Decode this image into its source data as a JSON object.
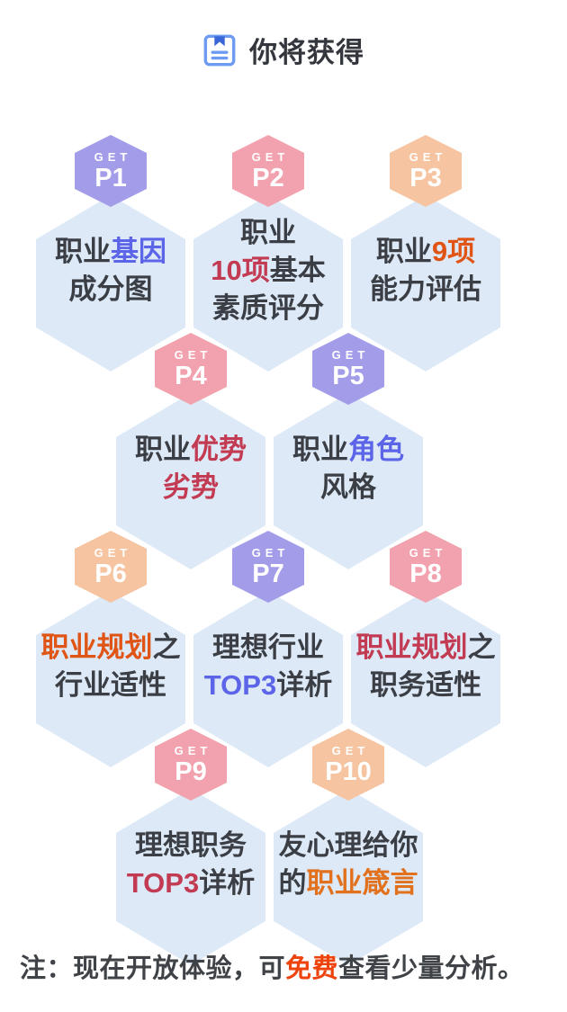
{
  "header": {
    "title": "你将获得",
    "icon": "report-icon"
  },
  "get_label": "GET",
  "colors": {
    "hex_fill": "#dde9f7",
    "badge": {
      "purple": "#a29ce9",
      "pink": "#f2a2ae",
      "peach": "#f6c4a0"
    },
    "text": {
      "plain": "#3b3f45",
      "blue": "#5c64e8",
      "crimson": "#c23b52",
      "redorange": "#e05415",
      "orange": "#e2711d"
    },
    "icon_blue": "#6e9bf2",
    "icon_dark": "#3a67d8",
    "footer_highlight": "#ee430d"
  },
  "cards": [
    {
      "num": "P1",
      "theme": "purple",
      "lines": [
        [
          {
            "t": "职业",
            "s": "plain"
          },
          {
            "t": "基因",
            "s": "blue"
          }
        ],
        [
          {
            "t": "成分图",
            "s": "plain"
          }
        ]
      ]
    },
    {
      "num": "P2",
      "theme": "pink",
      "lines": [
        [
          {
            "t": "职业",
            "s": "plain"
          }
        ],
        [
          {
            "t": "10项",
            "s": "crimson"
          },
          {
            "t": "基本",
            "s": "plain"
          }
        ],
        [
          {
            "t": "素质评分",
            "s": "plain"
          }
        ]
      ]
    },
    {
      "num": "P3",
      "theme": "peach",
      "lines": [
        [
          {
            "t": "职业",
            "s": "plain"
          },
          {
            "t": "9项",
            "s": "redorange"
          }
        ],
        [
          {
            "t": "能力评估",
            "s": "plain"
          }
        ]
      ]
    },
    {
      "num": "P4",
      "theme": "pink",
      "lines": [
        [
          {
            "t": "职业",
            "s": "plain"
          },
          {
            "t": "优势",
            "s": "crimson"
          }
        ],
        [
          {
            "t": "劣势",
            "s": "crimson"
          }
        ]
      ]
    },
    {
      "num": "P5",
      "theme": "purple",
      "lines": [
        [
          {
            "t": "职业",
            "s": "plain"
          },
          {
            "t": "角色",
            "s": "blue"
          }
        ],
        [
          {
            "t": "风格",
            "s": "plain"
          }
        ]
      ]
    },
    {
      "num": "P6",
      "theme": "peach",
      "lines": [
        [
          {
            "t": "职业规划",
            "s": "redorange"
          },
          {
            "t": "之",
            "s": "plain"
          }
        ],
        [
          {
            "t": "行业适性",
            "s": "plain"
          }
        ]
      ]
    },
    {
      "num": "P7",
      "theme": "purple",
      "lines": [
        [
          {
            "t": "理想行业",
            "s": "plain"
          }
        ],
        [
          {
            "t": "TOP3",
            "s": "blue"
          },
          {
            "t": "详析",
            "s": "plain"
          }
        ]
      ]
    },
    {
      "num": "P8",
      "theme": "pink",
      "lines": [
        [
          {
            "t": "职业规划",
            "s": "crimson"
          },
          {
            "t": "之",
            "s": "plain"
          }
        ],
        [
          {
            "t": "职务适性",
            "s": "plain"
          }
        ]
      ]
    },
    {
      "num": "P9",
      "theme": "pink",
      "lines": [
        [
          {
            "t": "理想职务",
            "s": "plain"
          }
        ],
        [
          {
            "t": "TOP3",
            "s": "crimson"
          },
          {
            "t": "详析",
            "s": "plain"
          }
        ]
      ]
    },
    {
      "num": "P10",
      "theme": "peach",
      "lines": [
        [
          {
            "t": "友心理给你",
            "s": "plain"
          }
        ],
        [
          {
            "t": "的",
            "s": "plain"
          },
          {
            "t": "职业箴言",
            "s": "orange"
          }
        ]
      ]
    }
  ],
  "footer": {
    "prefix": "注：现在开放体验，可",
    "highlight": "免费",
    "suffix": "查看少量分析。"
  }
}
